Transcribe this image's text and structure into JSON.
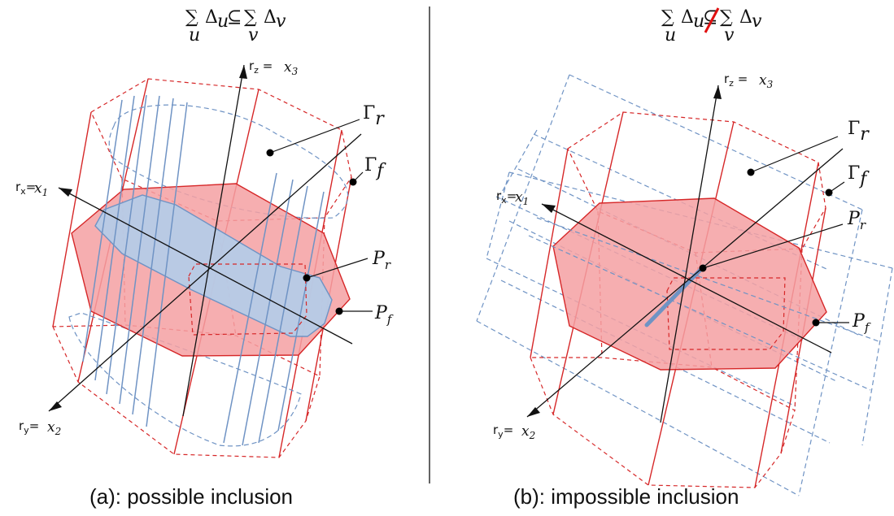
{
  "left_panel": {
    "formula": {
      "lhs_sum": "∑",
      "lhs_sub": "u",
      "lhs_delta": "Δ",
      "lhs_delta_sub": "u",
      "relation": "⊆",
      "rhs_sum": "∑",
      "rhs_sub": "v",
      "rhs_delta": "Δ",
      "rhs_delta_sub": "v"
    },
    "axes": {
      "z_prefix": "r",
      "z_sub": "z",
      "z_eq": " = ",
      "z_var": "x",
      "z_var_sub": "3",
      "x_prefix": "r",
      "x_sub": "x",
      "x_eq": "= ",
      "x_var": "x",
      "x_var_sub": "1",
      "y_prefix": "r",
      "y_sub": "y",
      "y_eq": "= ",
      "y_var": "x",
      "y_var_sub": "2"
    },
    "labels": {
      "gamma_r": "Γ",
      "gamma_r_sub": "r",
      "gamma_f": "Γ",
      "gamma_f_sub": "f",
      "p_r": "P",
      "p_r_sub": "r",
      "p_f": "P",
      "p_f_sub": "f"
    },
    "caption": "(a): possible inclusion"
  },
  "right_panel": {
    "formula": {
      "lhs_sum": "∑",
      "lhs_sub": "u",
      "lhs_delta": "Δ",
      "lhs_delta_sub": "u",
      "relation": "⊆",
      "rhs_sum": "∑",
      "rhs_sub": "v",
      "rhs_delta": "Δ",
      "rhs_delta_sub": "v"
    },
    "axes": {
      "z_prefix": "r",
      "z_sub": "z",
      "z_eq": " = ",
      "z_var": "x",
      "z_var_sub": "3",
      "x_prefix": "r",
      "x_sub": "x",
      "x_eq": "= ",
      "x_var": "x",
      "x_var_sub": "1",
      "y_prefix": "r",
      "y_sub": "y",
      "y_eq": "= ",
      "y_var": "x",
      "y_var_sub": "2"
    },
    "labels": {
      "gamma_r": "Γ",
      "gamma_r_sub": "r",
      "gamma_f": "Γ",
      "gamma_f_sub": "f",
      "p_r": "P",
      "p_r_sub": "r",
      "p_f": "P",
      "p_f_sub": "f"
    },
    "caption": "(b): impossible inclusion"
  },
  "colors": {
    "red": "#d62728",
    "red_fill": "#f4a0a2",
    "blue": "#6f93c4",
    "blue_fill": "#b3cdea"
  }
}
